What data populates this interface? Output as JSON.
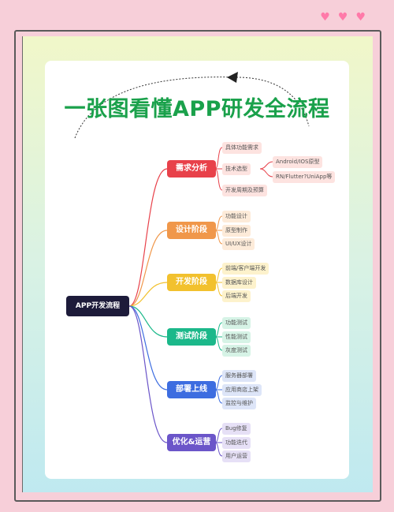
{
  "title": "一张图看懂APP研发全流程",
  "root": "APP开发流程",
  "hearts": [
    "♥",
    "♥",
    "♥"
  ],
  "colors": {
    "demand": "#e8414a",
    "design": "#f0974a",
    "dev": "#f2c12e",
    "test": "#1bb88a",
    "deploy": "#3d6de0",
    "optimize": "#6b55c9"
  },
  "stages": [
    {
      "label": "需求分析",
      "items": [
        "具体功能需求",
        "技术选型",
        "开发周期及预算"
      ],
      "sub": [
        "Android/IOS原型",
        "RN/Flutter?UniApp等"
      ]
    },
    {
      "label": "设计阶段",
      "items": [
        "功能设计",
        "原型制作",
        "UI/UX设计"
      ]
    },
    {
      "label": "开发阶段",
      "items": [
        "前端/客户端开发",
        "数据库设计",
        "后端开发"
      ]
    },
    {
      "label": "测试阶段",
      "items": [
        "功能测试",
        "性能测试",
        "灰度测试"
      ]
    },
    {
      "label": "部署上线",
      "items": [
        "服务器部署",
        "应用商店上架",
        "监控与维护"
      ]
    },
    {
      "label": "优化&运营",
      "items": [
        "Bug修复",
        "功能迭代",
        "用户运营"
      ]
    }
  ]
}
